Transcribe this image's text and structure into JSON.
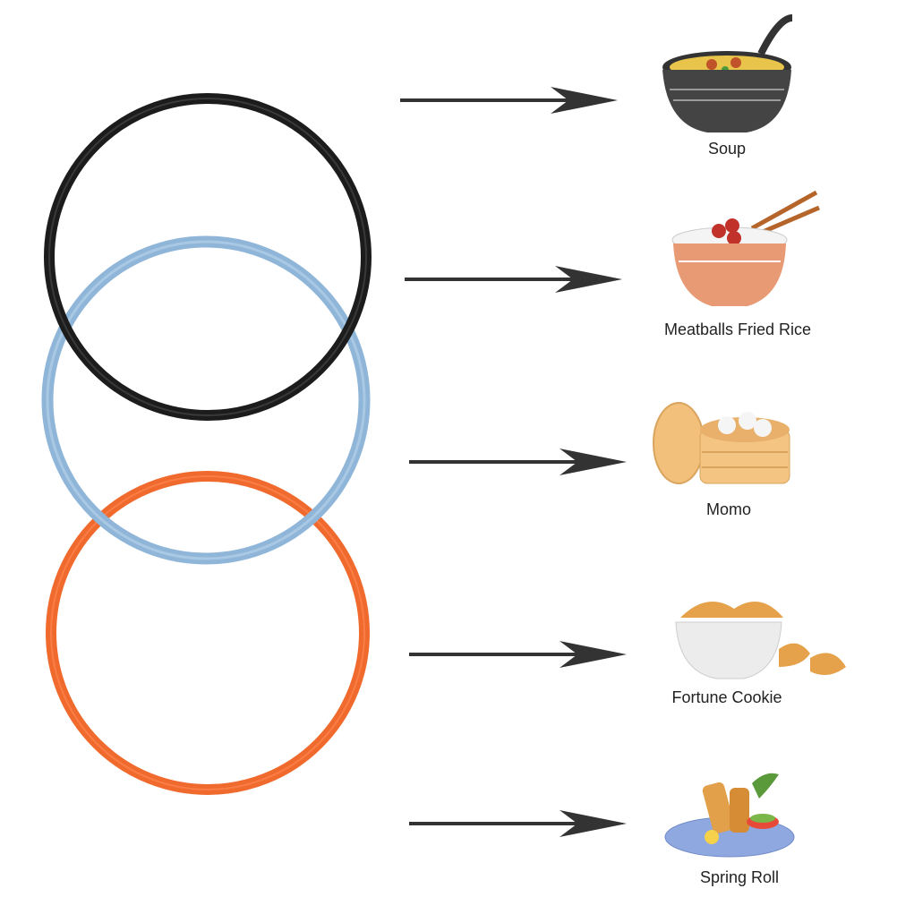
{
  "rings": [
    {
      "name": "black-ring",
      "color": "#1c1c1c"
    },
    {
      "name": "blue-ring",
      "color": "#8fb6d8"
    },
    {
      "name": "orange-ring",
      "color": "#f06a2e"
    }
  ],
  "foods": [
    {
      "label": "Soup",
      "icon": "soup-bowl-icon"
    },
    {
      "label": "Meatballs Fried Rice",
      "icon": "rice-bowl-icon"
    },
    {
      "label": "Momo",
      "icon": "steamer-basket-icon"
    },
    {
      "label": "Fortune Cookie",
      "icon": "fortune-cookie-icon"
    },
    {
      "label": "Spring Roll",
      "icon": "spring-roll-plate-icon"
    }
  ]
}
